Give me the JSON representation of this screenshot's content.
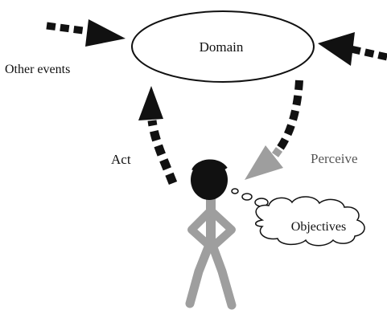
{
  "labels": {
    "domain": "Domain",
    "other_events": "Other events",
    "act": "Act",
    "perceive": "Perceive",
    "objectives": "Objectives"
  },
  "colors": {
    "black": "#111111",
    "gray": "#9e9e9e",
    "perceive_text": "#555555",
    "background": "#ffffff"
  }
}
